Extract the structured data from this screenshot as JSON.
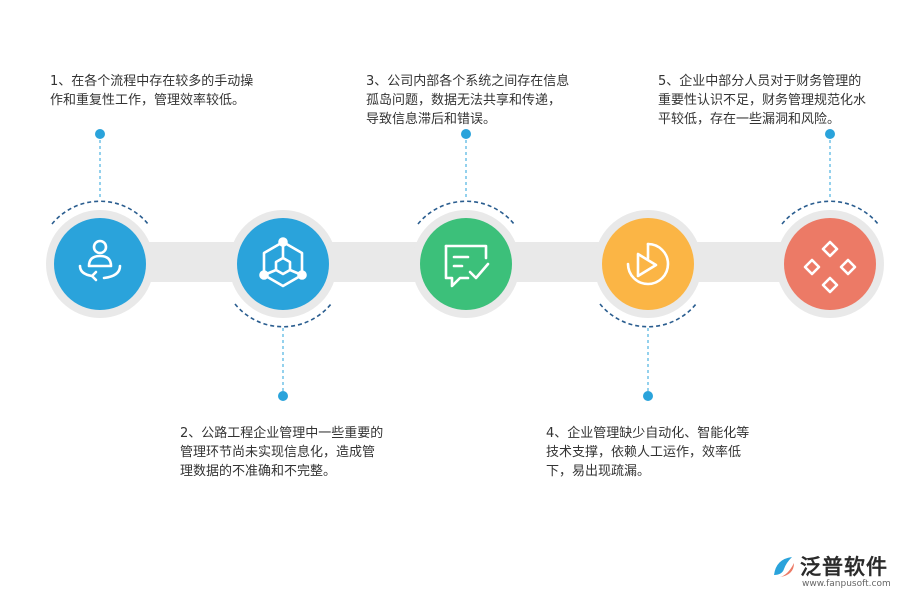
{
  "steps": [
    {
      "num": "1",
      "text": "1、在各个流程中存在较多的手动操作和重复性工作，管理效率较低。",
      "color": "#2aa3db",
      "icon": "person-rotate-icon",
      "position": "top"
    },
    {
      "num": "2",
      "text": "2、公路工程企业管理中一些重要的管理环节尚未实现信息化，造成管理数据的不准确和不完整。",
      "color": "#2aa3db",
      "icon": "hexagon-network-icon",
      "position": "bottom"
    },
    {
      "num": "3",
      "text": "3、公司内部各个系统之间存在信息孤岛问题，数据无法共享和传递，导致信息滞后和错误。",
      "color": "#3cc07a",
      "icon": "chat-check-icon",
      "position": "top"
    },
    {
      "num": "4",
      "text": "4、企业管理缺少自动化、智能化等技术支撑，依赖人工运作，效率低下，易出现疏漏。",
      "color": "#fbb545",
      "icon": "play-ring-icon",
      "position": "bottom"
    },
    {
      "num": "5",
      "text": "5、企业中部分人员对于财务管理的重要性认识不足，财务管理规范化水平较低，存在一些漏洞和风险。",
      "color": "#ec7a66",
      "icon": "diamond-grid-icon",
      "position": "top"
    }
  ],
  "colors": {
    "track": "#e9e9e9",
    "connector": "#2aa3db",
    "arc": "#2a5d8f"
  },
  "brand": {
    "name": "泛普软件",
    "url": "www.fanpusoft.com"
  }
}
